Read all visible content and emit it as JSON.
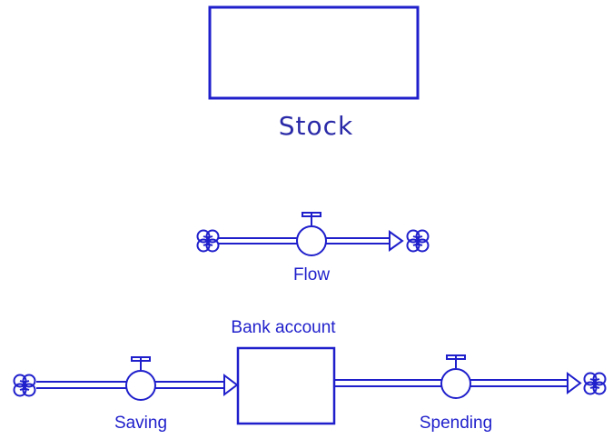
{
  "colors": {
    "stroke": "#1f1fcc",
    "stock_title": "#2a2aa8",
    "background": "#ffffff"
  },
  "legend": {
    "stock_label": "Stock",
    "flow_label": "Flow"
  },
  "example": {
    "stock_label": "Bank account",
    "inflow_label": "Saving",
    "outflow_label": "Spending"
  },
  "icons": [
    "cloud-source-icon",
    "cloud-sink-icon",
    "valve-icon",
    "arrowhead-icon"
  ]
}
